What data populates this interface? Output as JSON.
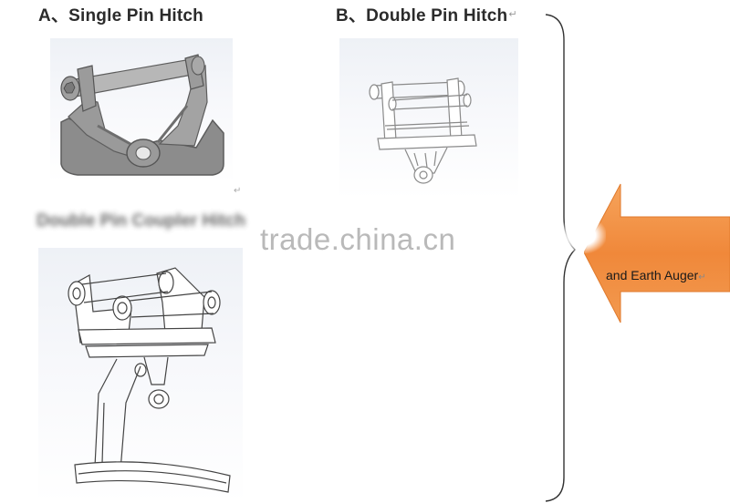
{
  "headings": {
    "single_pin": "A、Single Pin Hitch",
    "double_pin": "B、Double Pin Hitch"
  },
  "paragraph_mark": "↵",
  "blurred_heading": "Double Pin Coupler Hitch",
  "watermark": "trade.china.cn",
  "callout": {
    "label": "and Earth Auger",
    "color": "#f0883a"
  }
}
